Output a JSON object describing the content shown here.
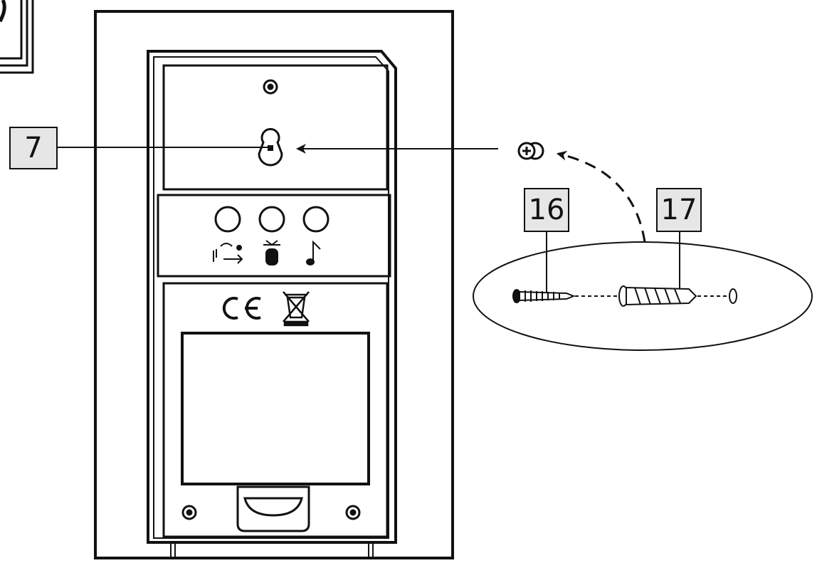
{
  "callouts": {
    "keyhole": "7",
    "screw": "16",
    "wall_plug": "17"
  },
  "icons": [
    "keyhole-icon",
    "melody-button-icon",
    "volume-button-icon",
    "sound-button-icon",
    "ce-mark-icon",
    "weee-bin-icon"
  ],
  "colors": {
    "line": "#111111",
    "callout_fill": "#e6e6e6",
    "background": "#ffffff"
  }
}
